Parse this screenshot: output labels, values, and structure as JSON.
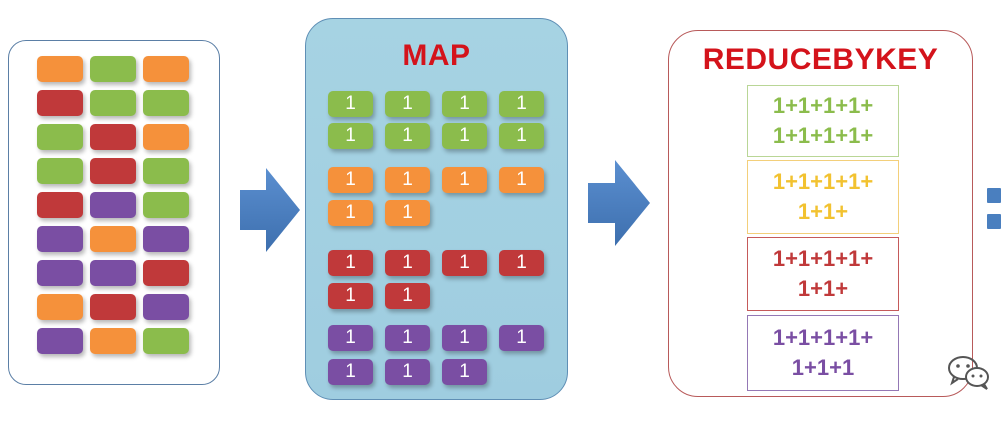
{
  "colors": {
    "green": "#8bbc4c",
    "red": "#c0393a",
    "orange": "#f5913b",
    "purple": "#7a4ea3",
    "arrow": "#4a7fbf",
    "title": "#d4131b"
  },
  "input_panel": {
    "rows": [
      [
        "orange",
        "green",
        "orange"
      ],
      [
        "red",
        "green",
        "green"
      ],
      [
        "green",
        "red",
        "orange"
      ],
      [
        "green",
        "red",
        "green"
      ],
      [
        "red",
        "purple",
        "green"
      ],
      [
        "purple",
        "orange",
        "purple"
      ],
      [
        "purple",
        "purple",
        "red"
      ],
      [
        "orange",
        "red",
        "purple"
      ],
      [
        "purple",
        "orange",
        "green"
      ]
    ]
  },
  "map_panel": {
    "title": "MAP",
    "tile_label": "1",
    "groups": [
      {
        "color": "green",
        "count": 8
      },
      {
        "color": "orange",
        "count": 6
      },
      {
        "color": "red",
        "count": 6
      },
      {
        "color": "purple",
        "count": 7
      }
    ]
  },
  "reduce_panel": {
    "title": "REDUCEBYKEY",
    "results": [
      {
        "color": "green",
        "line1": "1+1+1+1+",
        "line2": "1+1+1+1+"
      },
      {
        "color": "orange",
        "line1": "1+1+1+1+",
        "line2": "1+1+"
      },
      {
        "color": "red",
        "line1": "1+1+1+1+",
        "line2": "1+1+"
      },
      {
        "color": "purple",
        "line1": "1+1+1+1+",
        "line2": "1+1+1"
      }
    ]
  },
  "icons": {
    "flow_arrow": "right-arrow-icon",
    "watermark": "wechat-icon"
  }
}
